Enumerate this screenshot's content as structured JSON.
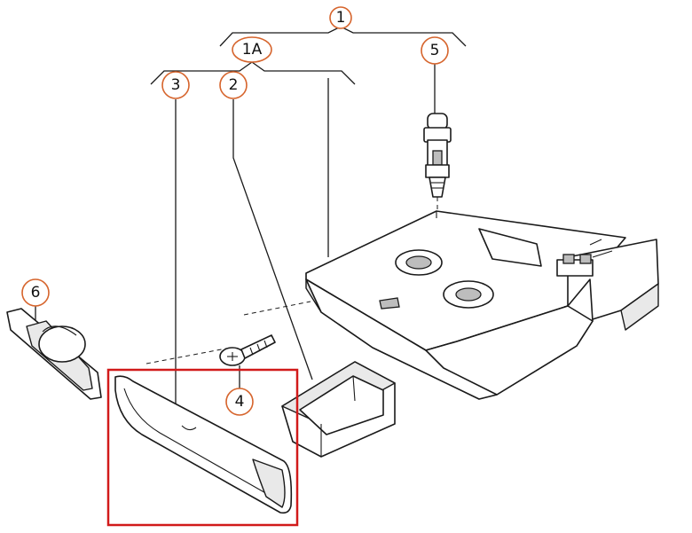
{
  "callouts": {
    "c1": "1",
    "c1a": "1A",
    "c2": "2",
    "c3": "3",
    "c4": "4",
    "c5": "5",
    "c6": "6"
  },
  "colors": {
    "callout_ring": "#d6642c",
    "highlight_box": "#d11a1a",
    "line": "#1a1a1a"
  }
}
